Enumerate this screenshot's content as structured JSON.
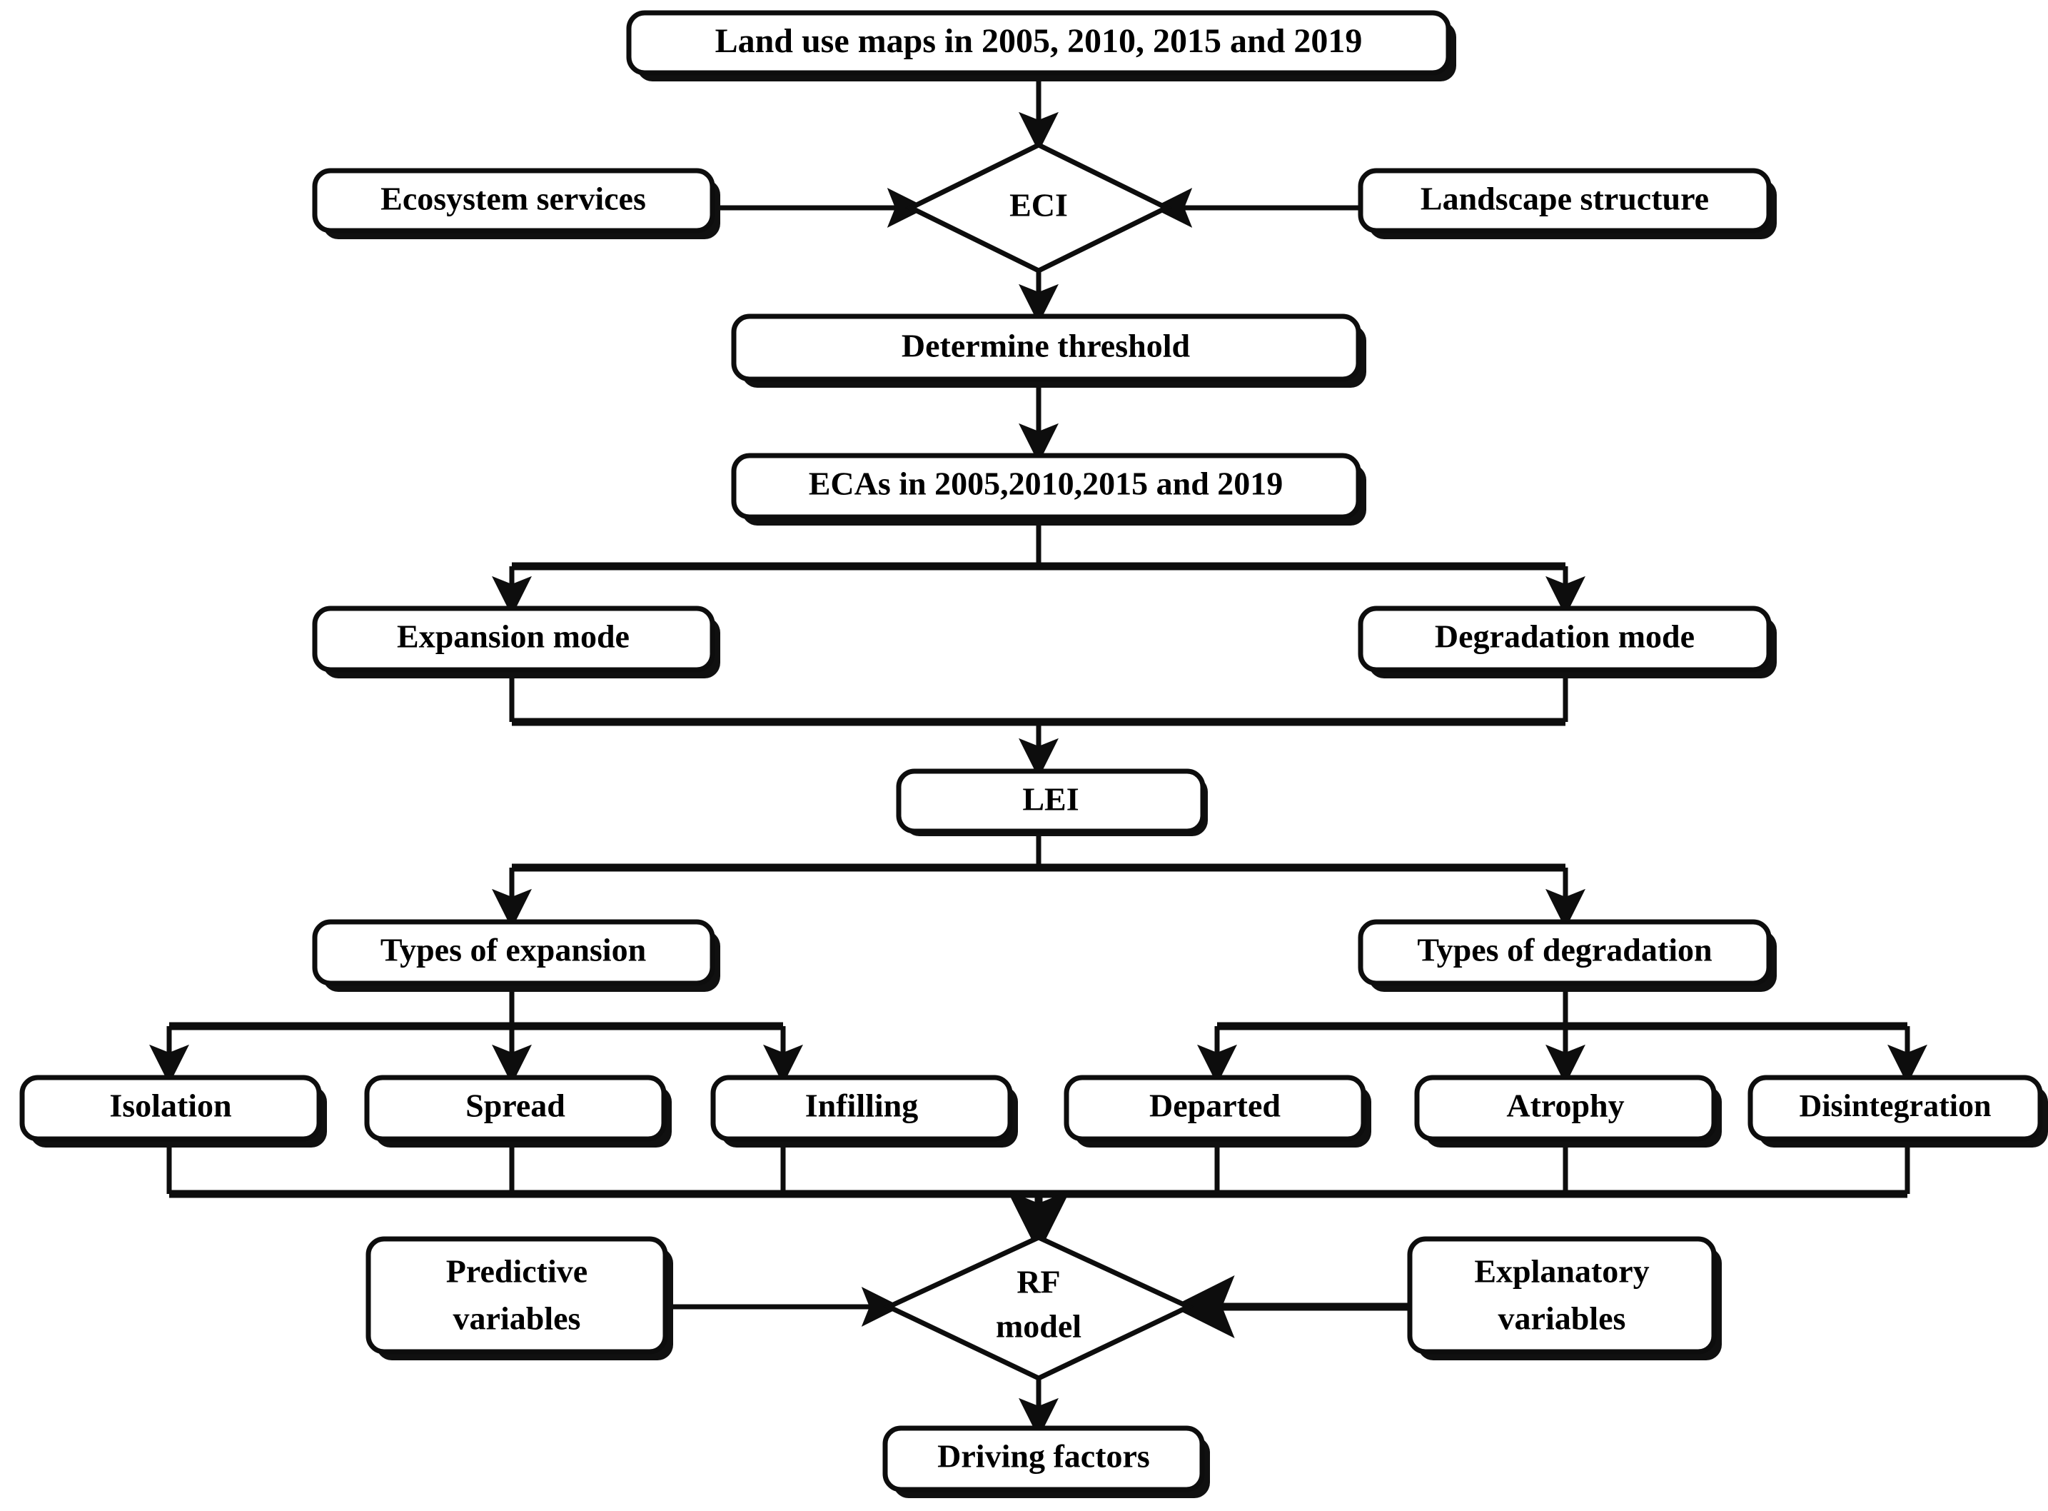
{
  "diagram": {
    "title": "Ecological conservation area change analysis workflow",
    "type": "flowchart",
    "background_color": "#ffffff",
    "line_color": "#0d0d0d",
    "text_color": "#000000",
    "box_fill": "#ffffff"
  },
  "nodes": {
    "land_use_maps": {
      "label": "Land use maps in 2005, 2010, 2015 and 2019",
      "shape": "rounded-rect"
    },
    "ecosystem_services": {
      "label": "Ecosystem services",
      "shape": "rounded-rect"
    },
    "eci": {
      "label": "ECI",
      "shape": "diamond"
    },
    "landscape_structure": {
      "label": "Landscape structure",
      "shape": "rounded-rect"
    },
    "determine_threshold": {
      "label": "Determine threshold",
      "shape": "rounded-rect"
    },
    "ecas": {
      "label": "ECAs in 2005,2010,2015 and 2019",
      "shape": "rounded-rect"
    },
    "expansion_mode": {
      "label": "Expansion mode",
      "shape": "rounded-rect"
    },
    "degradation_mode": {
      "label": "Degradation mode",
      "shape": "rounded-rect"
    },
    "lei": {
      "label": "LEI",
      "shape": "rounded-rect"
    },
    "types_of_expansion": {
      "label": "Types of expansion",
      "shape": "rounded-rect"
    },
    "types_of_degradation": {
      "label": "Types of degradation",
      "shape": "rounded-rect"
    },
    "isolation": {
      "label": "Isolation",
      "shape": "rounded-rect"
    },
    "spread": {
      "label": "Spread",
      "shape": "rounded-rect"
    },
    "infilling": {
      "label": "Infilling",
      "shape": "rounded-rect"
    },
    "departed": {
      "label": "Departed",
      "shape": "rounded-rect"
    },
    "atrophy": {
      "label": "Atrophy",
      "shape": "rounded-rect"
    },
    "disintegration": {
      "label": "Disintegration",
      "shape": "rounded-rect"
    },
    "predictive_variables_line1": {
      "label": "Predictive",
      "shape": "rounded-rect"
    },
    "predictive_variables_line2": {
      "label": "variables",
      "shape": "rounded-rect"
    },
    "rf_model_line1": {
      "label": "RF",
      "shape": "diamond"
    },
    "rf_model_line2": {
      "label": "model",
      "shape": "diamond"
    },
    "explanatory_variables_line1": {
      "label": "Explanatory",
      "shape": "rounded-rect"
    },
    "explanatory_variables_line2": {
      "label": "variables",
      "shape": "rounded-rect"
    },
    "driving_factors": {
      "label": "Driving factors",
      "shape": "rounded-rect"
    }
  },
  "edges": [
    {
      "from": "land_use_maps",
      "to": "eci",
      "arrow": true
    },
    {
      "from": "ecosystem_services",
      "to": "eci",
      "arrow": true
    },
    {
      "from": "landscape_structure",
      "to": "eci",
      "arrow": true
    },
    {
      "from": "eci",
      "to": "determine_threshold",
      "arrow": true
    },
    {
      "from": "determine_threshold",
      "to": "ecas",
      "arrow": true
    },
    {
      "from": "ecas",
      "to": "expansion_mode",
      "arrow": true
    },
    {
      "from": "ecas",
      "to": "degradation_mode",
      "arrow": true
    },
    {
      "from": "expansion_mode",
      "to": "lei",
      "arrow": true
    },
    {
      "from": "degradation_mode",
      "to": "lei",
      "arrow": true
    },
    {
      "from": "lei",
      "to": "types_of_expansion",
      "arrow": true
    },
    {
      "from": "lei",
      "to": "types_of_degradation",
      "arrow": true
    },
    {
      "from": "types_of_expansion",
      "to": "isolation",
      "arrow": true
    },
    {
      "from": "types_of_expansion",
      "to": "spread",
      "arrow": true
    },
    {
      "from": "types_of_expansion",
      "to": "infilling",
      "arrow": true
    },
    {
      "from": "types_of_degradation",
      "to": "departed",
      "arrow": true
    },
    {
      "from": "types_of_degradation",
      "to": "atrophy",
      "arrow": true
    },
    {
      "from": "types_of_degradation",
      "to": "disintegration",
      "arrow": true
    },
    {
      "from": "isolation",
      "to": "rf_model",
      "arrow": true
    },
    {
      "from": "spread",
      "to": "rf_model",
      "arrow": true
    },
    {
      "from": "infilling",
      "to": "rf_model",
      "arrow": true
    },
    {
      "from": "departed",
      "to": "rf_model",
      "arrow": true
    },
    {
      "from": "atrophy",
      "to": "rf_model",
      "arrow": true
    },
    {
      "from": "disintegration",
      "to": "rf_model",
      "arrow": true
    },
    {
      "from": "predictive_variables",
      "to": "rf_model",
      "arrow": true
    },
    {
      "from": "explanatory_variables",
      "to": "rf_model",
      "arrow": true
    },
    {
      "from": "rf_model",
      "to": "driving_factors",
      "arrow": true
    }
  ]
}
